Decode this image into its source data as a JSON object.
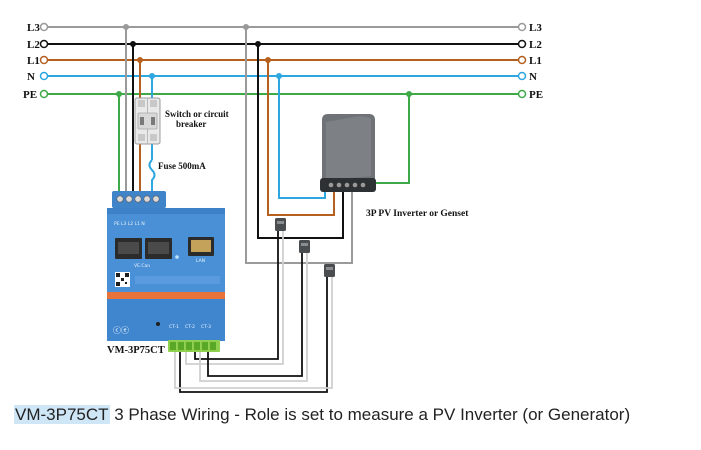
{
  "bus": {
    "labels_left": [
      "L3",
      "L2",
      "L1",
      "N",
      "PE"
    ],
    "labels_right": [
      "L3",
      "L2",
      "L1",
      "N",
      "PE"
    ],
    "colors": {
      "L3": "#9a9a9a",
      "L2": "#111111",
      "L1": "#b5601e",
      "N": "#2ea7e0",
      "PE": "#3daa47"
    }
  },
  "breaker": {
    "label_line1": "Switch or circuit",
    "label_line2": "breaker"
  },
  "fuse": {
    "label": "Fuse 500mA"
  },
  "inverter": {
    "label": "3P PV Inverter or Genset",
    "body_color": "#6f7378"
  },
  "meter": {
    "label": "VM-3P75CT",
    "body_color": "#4a90d6",
    "stripe_color": "#e8733a",
    "ct_labels": [
      "CT-1",
      "CT-2",
      "CT-3"
    ]
  },
  "caption": {
    "highlight": "VM-3P75CT",
    "text": " 3 Phase Wiring - Role is set to measure a PV Inverter (or Generator)"
  }
}
